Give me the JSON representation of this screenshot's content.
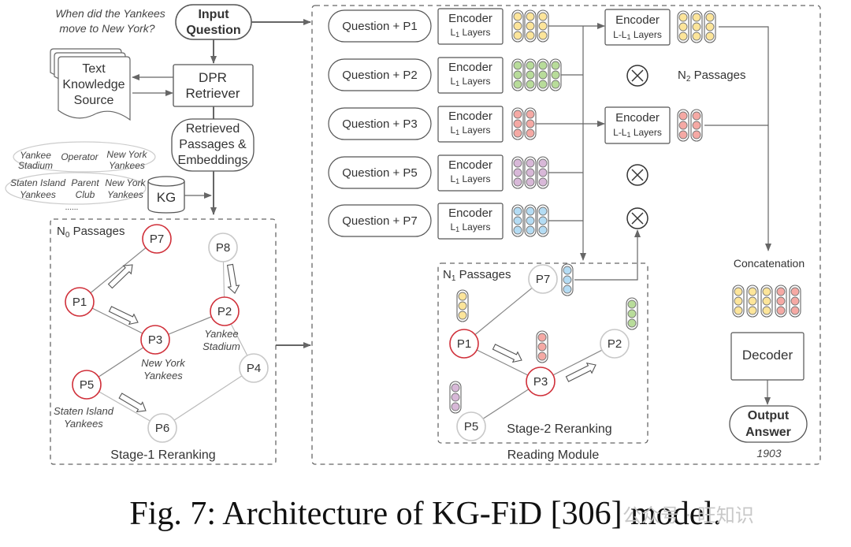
{
  "figure": {
    "caption": "Fig. 7: Architecture of KG-FiD [306] model.",
    "watermark": "公众号 · 旺知识"
  },
  "left": {
    "example_question_line1": "When did the Yankees",
    "example_question_line2": "move to New York?",
    "input_question_line1": "Input",
    "input_question_line2": "Question",
    "knowledge_source_line1": "Text",
    "knowledge_source_line2": "Knowledge",
    "knowledge_source_line3": "Source",
    "retriever_line1": "DPR",
    "retriever_line2": "Retriever",
    "retrieved_line1": "Retrieved",
    "retrieved_line2": "Passages &",
    "retrieved_line3": "Embeddings",
    "kg_label": "KG",
    "triple1": [
      "Yankee",
      "Stadium",
      "Operator",
      "New York",
      "Yankees"
    ],
    "triple2": [
      "Staten Island",
      "Yankees",
      "Parent",
      "Club",
      "New York",
      "Yankees"
    ],
    "ellipsis": "......"
  },
  "stage1": {
    "title": "Stage-1 Reranking",
    "passages_label": "N",
    "passages_sub": "0",
    "passages_suffix": " Passages",
    "nodes": [
      {
        "id": "P7",
        "selected": true
      },
      {
        "id": "P8",
        "selected": false
      },
      {
        "id": "P1",
        "selected": true
      },
      {
        "id": "P2",
        "selected": true
      },
      {
        "id": "P3",
        "selected": true
      },
      {
        "id": "P4",
        "selected": false
      },
      {
        "id": "P5",
        "selected": true
      },
      {
        "id": "P6",
        "selected": false
      }
    ],
    "entity_labels": {
      "p2_line1": "Yankee",
      "p2_line2": "Stadium",
      "p3_line1": "New York",
      "p3_line2": "Yankees",
      "p5_line1": "Staten Island",
      "p5_line2": "Yankees"
    }
  },
  "reading": {
    "title": "Reading Module",
    "inputs": [
      "Question + P1",
      "Question + P2",
      "Question + P3",
      "Question + P5",
      "Question + P7"
    ],
    "encoder_label": "Encoder",
    "encoder1_layers_prefix": "L",
    "encoder1_layers_sub": "1",
    "encoder1_layers_suffix": " Layers",
    "encoder2_layers_prefix": "L-L",
    "n2_label": "N",
    "n2_sub": "2",
    "n2_suffix": " Passages",
    "concat_label": "Concatenation",
    "decoder_label": "Decoder",
    "output_line1": "Output",
    "output_line2": "Answer",
    "answer": "1903",
    "embedding_columns": [
      3,
      4,
      2,
      3,
      3
    ],
    "colors": {
      "yellow": "#fde59a",
      "green": "#b8dc9a",
      "red": "#f5a9a4",
      "purple": "#d8b8d8",
      "blue": "#b4dcf4",
      "selected": "#d0303a",
      "unselected": "#c8c8c8"
    }
  },
  "stage2": {
    "title": "Stage-2 Reranking",
    "passages_label": "N",
    "passages_sub": "1",
    "passages_suffix": " Passages",
    "nodes": [
      {
        "id": "P7",
        "selected": false
      },
      {
        "id": "P1",
        "selected": true
      },
      {
        "id": "P2",
        "selected": false
      },
      {
        "id": "P3",
        "selected": true
      },
      {
        "id": "P5",
        "selected": false
      }
    ]
  }
}
